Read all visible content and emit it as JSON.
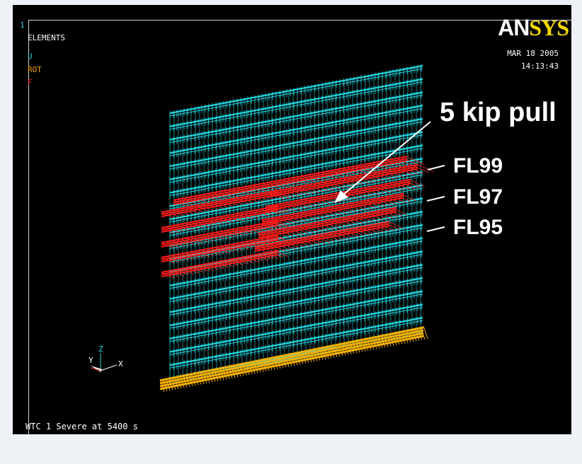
{
  "window_number": "1",
  "plot_title": "ELEMENTS",
  "legend": [
    {
      "label": "U",
      "color": "#25c7d0"
    },
    {
      "label": "ROT",
      "color": "#f0a000"
    },
    {
      "label": "F",
      "color": "#e02020"
    }
  ],
  "logo": {
    "prefix": "AN",
    "suffix": "SYS"
  },
  "date": "MAR 18 2005",
  "time": "14:13:43",
  "annotations": {
    "pull": "5 kip pull",
    "fl99": "FL99",
    "fl97": "FL97",
    "fl95": "FL95"
  },
  "triad": {
    "z": "Z",
    "y": "Y",
    "x": "X"
  },
  "footer_title": "WTC 1 Severe at 5400 s",
  "colors": {
    "background": "#000000",
    "mesh": "#20d8e0",
    "force": "#ff1a1a",
    "rotation": "#f5b000",
    "page": "#eef1f6"
  }
}
